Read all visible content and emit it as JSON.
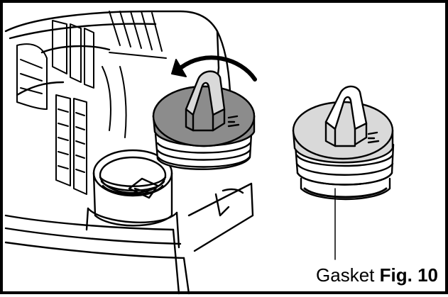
{
  "figure": {
    "label_gasket": "Gasket",
    "figure_number": "Fig. 10"
  },
  "colors": {
    "stroke": "#000000",
    "cap_fill": "#8c8c8c",
    "cap_fill_light": "#d9d9d9",
    "background": "#ffffff"
  },
  "icons": [
    "rotate-arrow-icon",
    "fuel-cap",
    "fuel-tank-opening",
    "gasket"
  ]
}
